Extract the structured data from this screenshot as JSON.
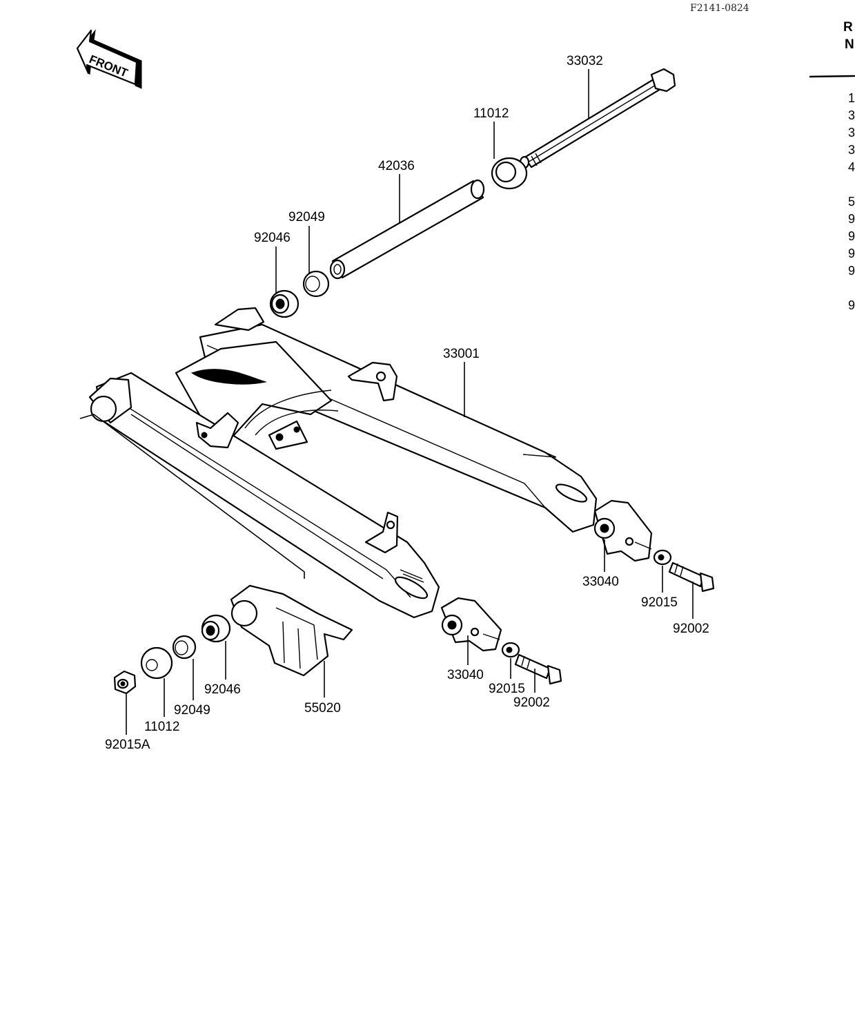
{
  "figure_code": "F2141-0824",
  "front_arrow_label": "FRONT",
  "side_header": [
    "R",
    "N"
  ],
  "side_list": [
    "1",
    "3",
    "3",
    "3",
    "4",
    "5",
    "9",
    "9",
    "9",
    "9",
    "9"
  ],
  "labels": {
    "p33032": "33032",
    "p11012_top": "11012",
    "p42036": "42036",
    "p92049_top": "92049",
    "p92046_top": "92046",
    "p33001": "33001",
    "p33040_right": "33040",
    "p92015_right": "92015",
    "p92002_right": "92002",
    "p33040_left": "33040",
    "p92015_left": "92015",
    "p92002_left": "92002",
    "p92046_bottom": "92046",
    "p92049_bottom": "92049",
    "p11012_bottom": "11012",
    "p92015A": "92015A",
    "p55020": "55020"
  }
}
